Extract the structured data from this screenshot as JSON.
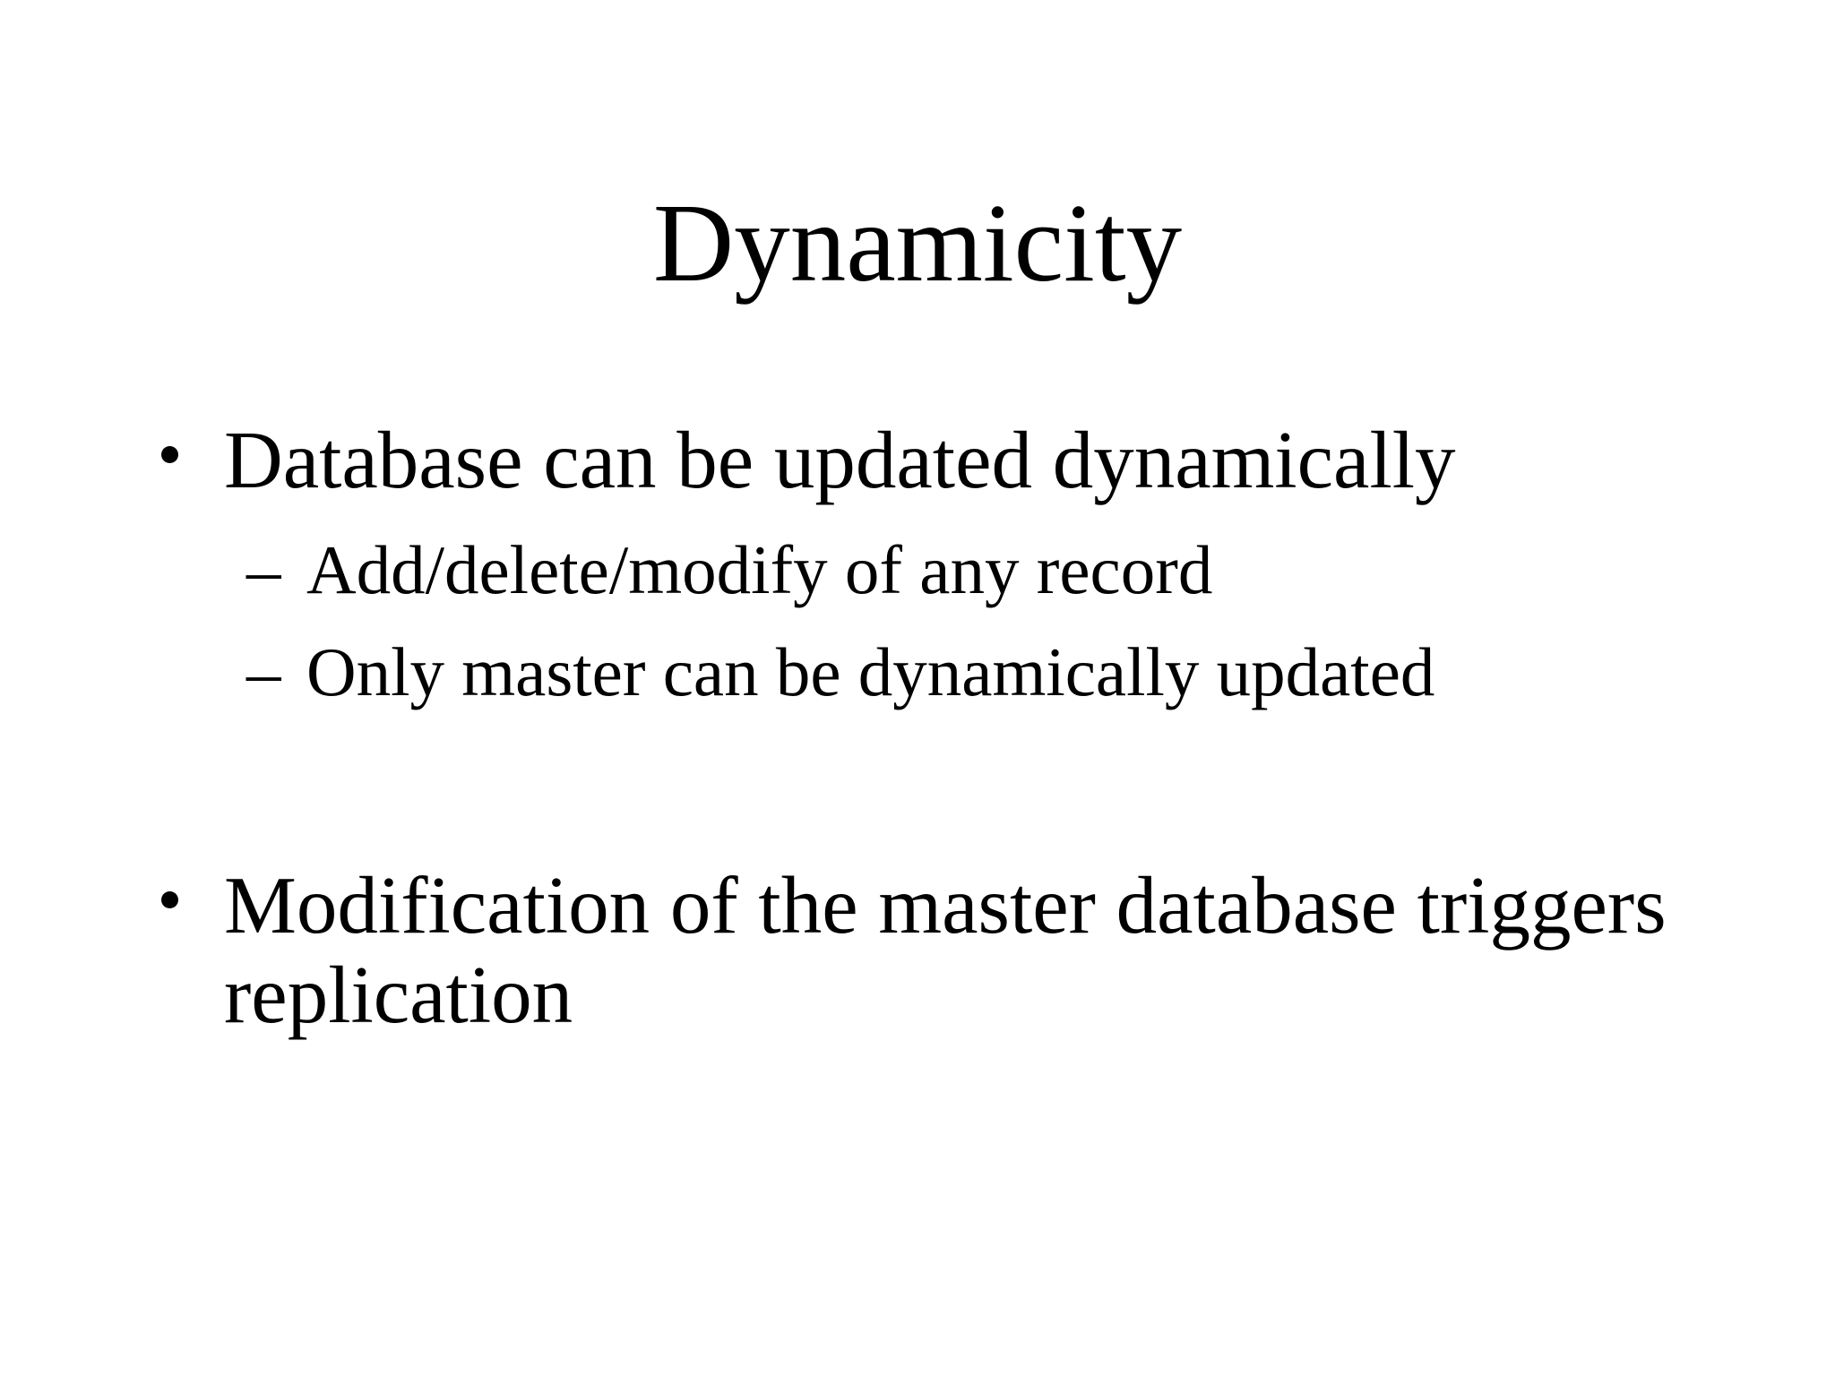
{
  "slide": {
    "title": "Dynamicity",
    "markers": {
      "level1_dot": "bullet-dot",
      "level2_dash": "–"
    },
    "bullets": [
      {
        "level": 1,
        "text": "Database can be updated dynamically",
        "children": [
          "Add/delete/modify of any record",
          "Only master can be dynamically updated"
        ]
      },
      {
        "level": 1,
        "text": "Modification of the master database triggers replication",
        "children": []
      }
    ],
    "colors": {
      "background": "#ffffff",
      "text": "#000000"
    }
  }
}
